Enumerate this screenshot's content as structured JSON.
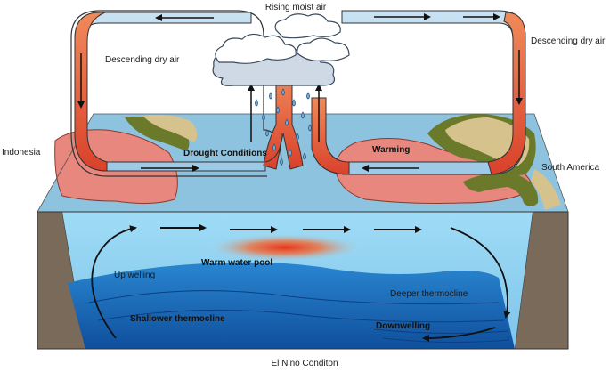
{
  "labels": {
    "rising_air": "Rising moist air",
    "descending_left": "Descending dry air",
    "descending_right": "Descending dry air",
    "indonesia": "Indonesia",
    "south_america": "South America",
    "drought": "Drought Conditions",
    "warming": "Warming",
    "upwelling": "Up welling",
    "warm_pool": "Warm water pool",
    "deeper_thermocline": "Deeper thermocline",
    "shallower_thermocline": "Shallower thermocline",
    "downwelling": "Downwelling",
    "caption": "El Nino Conditon"
  },
  "colors": {
    "ocean_surface": "#8ec3e0",
    "ocean_body": "#8fd0f0",
    "deep_water": "#1a6fc0",
    "land": "#e8877e",
    "terrain_olive": "#6b7a2a",
    "terrain_tan": "#d6c28c",
    "cliff": "#7a6a5a",
    "air_cell_hot": "#e0533a",
    "air_cell_cool": "#b8d8ec"
  }
}
